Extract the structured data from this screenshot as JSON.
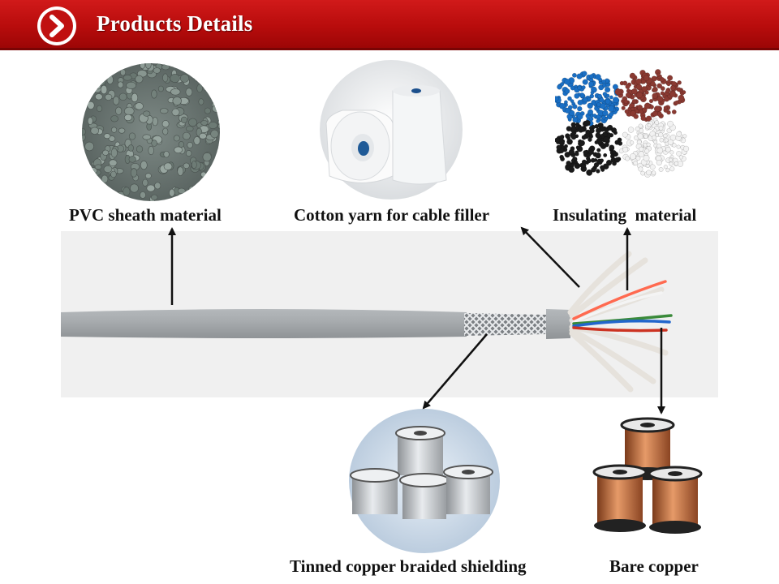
{
  "header": {
    "title": "Products Details",
    "icon": "chevron-right-circle-icon",
    "bg_color": "#b80c0c"
  },
  "labels": {
    "pvc": "PVC sheath material",
    "cotton": "Cotton yarn for cable filler",
    "insulating": "Insulating  material",
    "tinned": "Tinned copper braided shielding",
    "bare": "Bare copper"
  },
  "colors": {
    "sheath_gray": "#a4a8ab",
    "pellet_blue": "#1a6fc4",
    "pellet_red": "#8a3a32",
    "pellet_black": "#1a1a1a",
    "pellet_white": "#f2f2f2",
    "copper": "#c07040",
    "silver": "#c4c8cc"
  }
}
